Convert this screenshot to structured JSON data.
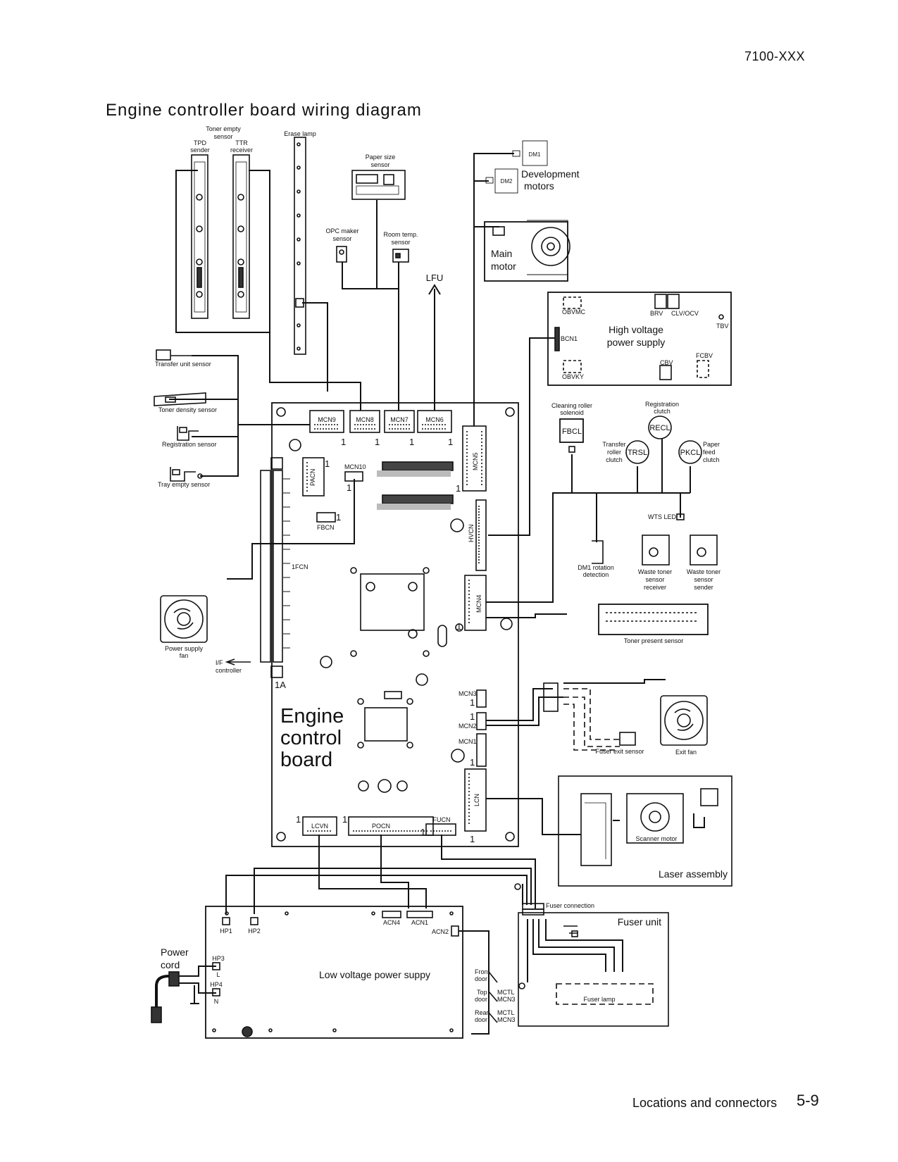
{
  "header": {
    "model": "7100-XXX"
  },
  "title": "Engine controller board wiring diagram",
  "footer": {
    "section": "Locations and connectors",
    "page": "5-9"
  },
  "board": {
    "name": [
      "Engine",
      "control",
      "board"
    ],
    "connectors": {
      "mcn9": "MCN9",
      "mcn8": "MCN8",
      "mcn7": "MCN7",
      "mcn6": "MCN6",
      "mcn5": "MCN5",
      "mcn4": "MCN4",
      "mcn10": "MCN10",
      "pacn": "PACN",
      "fbcn": "FBCN",
      "hvcn": "HVCN",
      "fcn": "1FCN",
      "mcn3": "MCN3",
      "mcn2": "MCN2",
      "mcn1": "MCN1",
      "lcn": "LCN",
      "lcvn": "LCVN",
      "pocn": "POCN",
      "fucn": "FUCN",
      "pin_one": "1",
      "corner_1a": "1A"
    }
  },
  "components": {
    "toner_empty_sensor": [
      "Toner empty",
      "sensor"
    ],
    "tpd_sender": [
      "TPD",
      "sender"
    ],
    "ttr_receiver": [
      "TTR",
      "receiver"
    ],
    "erase_lamp": "Erase lamp",
    "paper_size_sensor": [
      "Paper size",
      "sensor"
    ],
    "opc_maker_sensor": [
      "OPC maker",
      "sensor"
    ],
    "room_temp_sensor": [
      "Room temp.",
      "sensor"
    ],
    "lfu": "LFU",
    "dm1": "DM1",
    "dm2": "DM2",
    "development_motors": [
      "Development",
      "motors"
    ],
    "main_motor": [
      "Main",
      "motor"
    ],
    "transfer_unit_sensor": "Transfer unit sensor",
    "toner_density_sensor": "Toner density sensor",
    "registration_sensor": "Registration sensor",
    "tray_empty_sensor": "Tray empty sensor",
    "power_supply_fan": [
      "Power supply",
      "fan"
    ],
    "if_controller": [
      "I/F",
      "controller"
    ],
    "cleaning_roller_solenoid": [
      "Cleaning roller",
      "solenoid"
    ],
    "fbcl": "FBCL",
    "registration_clutch": [
      "Registration",
      "clutch"
    ],
    "recl": "RECL",
    "transfer_roller_clutch": [
      "Transfer",
      "roller",
      "clutch"
    ],
    "trsl": "TRSL",
    "paper_feed_clutch": [
      "Paper",
      "feed",
      "clutch"
    ],
    "pkcl": "PKCL",
    "wts_led": "WTS LED",
    "dm1_rotation_detection": [
      "DM1 rotation",
      "detection"
    ],
    "waste_toner_receiver": [
      "Waste toner",
      "sensor",
      "receiver"
    ],
    "waste_toner_sender": [
      "Waste toner",
      "sensor",
      "sender"
    ],
    "toner_present_sensor": "Toner present sensor",
    "fuser_exit_sensor": "Fuser exit sensor",
    "exit_fan": "Exit fan",
    "scanner_motor": "Scanner motor",
    "laser_assembly": "Laser assembly",
    "fuser_connection": "Fuser connection",
    "fuser_unit": "Fuser unit",
    "fuser_lamp": "Fuser lamp",
    "power_cord": [
      "Power",
      "cord"
    ],
    "front_door": [
      "Front",
      "door"
    ],
    "top_door": [
      "Top",
      "door"
    ],
    "rear_door": [
      "Rear",
      "door"
    ],
    "mctl_mcn3": [
      "MCTL",
      "MCN3"
    ]
  },
  "hvps": {
    "title": [
      "High voltage",
      "power supply"
    ],
    "obvmc": "OBVMC",
    "brv": "BRV",
    "clv_ocv": "CLV/OCV",
    "tbv": "TBV",
    "bcn1": "BCN1",
    "fcbv": "FCBV",
    "cbv": "CBV",
    "obvky": "OBVKY"
  },
  "lvps": {
    "title": "Low voltage power suppy",
    "hp1": "HP1",
    "hp2": "HP2",
    "hp3": "HP3",
    "hp4": "HP4",
    "l": "L",
    "n": "N",
    "acn4": "ACN4",
    "acn1": "ACN1",
    "acn2": "ACN2"
  }
}
